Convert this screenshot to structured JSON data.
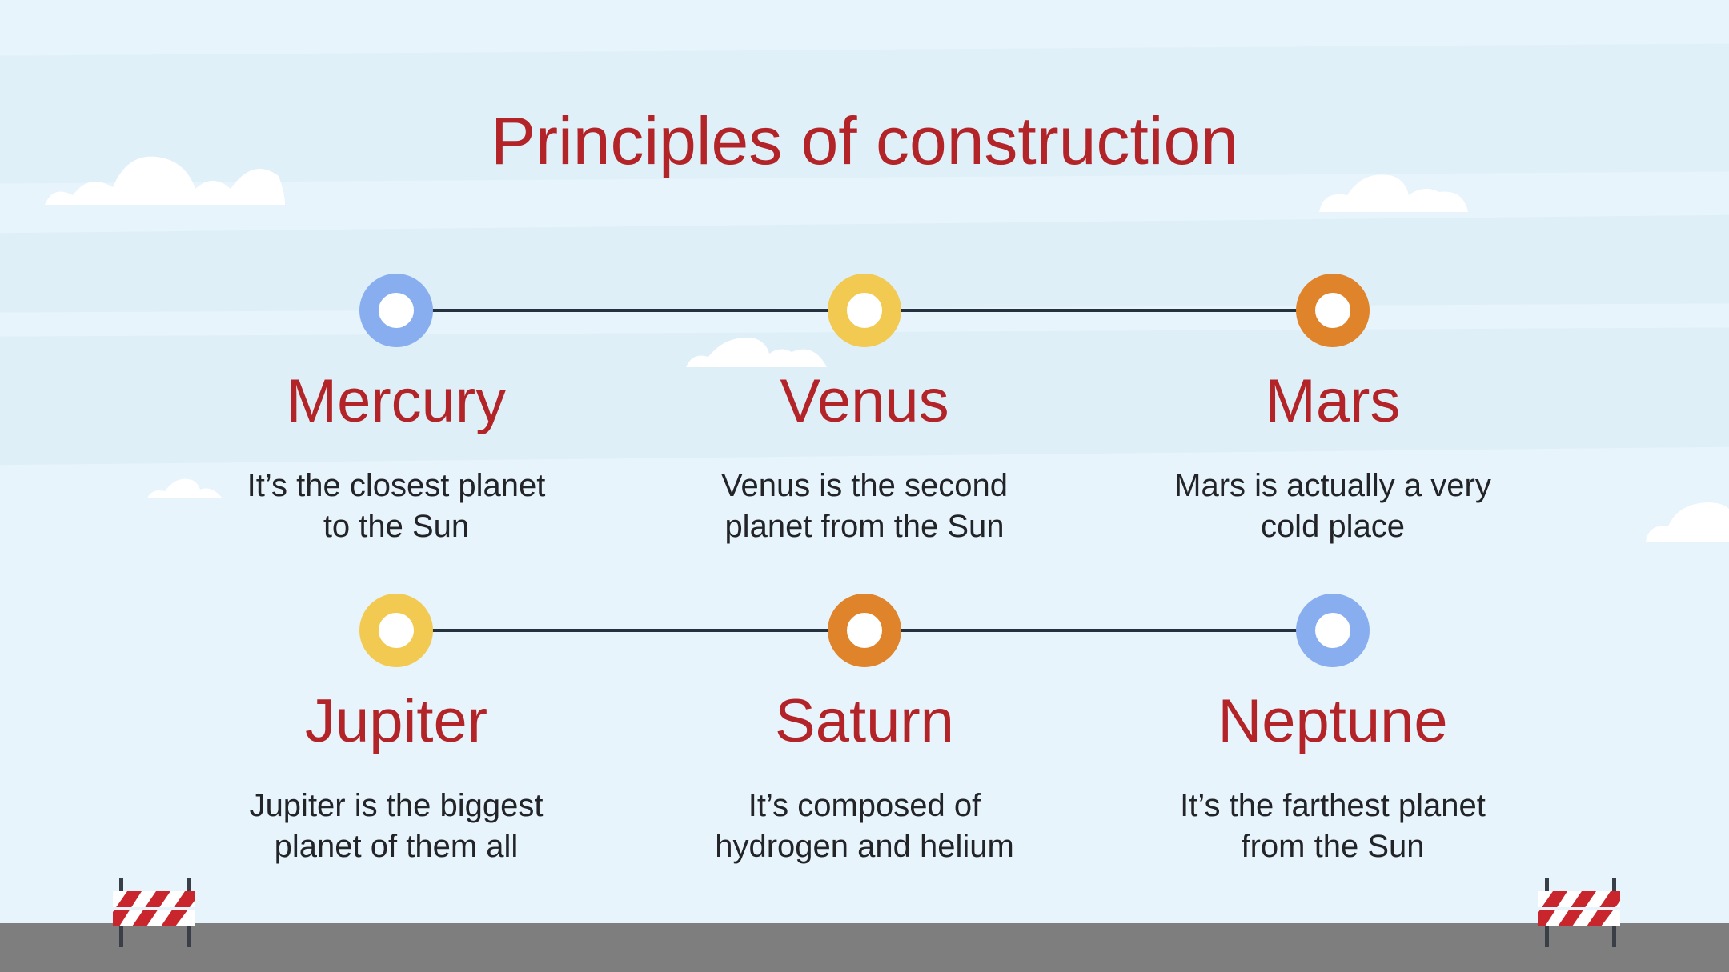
{
  "title": "Principles of construction",
  "colors": {
    "title": "#b32428",
    "text": "#222428",
    "line": "#263140",
    "blue": "#88aef0",
    "yellow": "#f2ca52",
    "orange": "#e0842c",
    "sky": "#e7f4fc",
    "road": "#7e7e7e"
  },
  "rows": [
    {
      "items": [
        {
          "name": "Mercury",
          "desc1": "It’s the closest planet",
          "desc2": "to the Sun",
          "ring": "blue"
        },
        {
          "name": "Venus",
          "desc1": "Venus is the second",
          "desc2": "planet from the Sun",
          "ring": "yellow"
        },
        {
          "name": "Mars",
          "desc1": "Mars is actually a very",
          "desc2": "cold place",
          "ring": "orange"
        }
      ]
    },
    {
      "items": [
        {
          "name": "Jupiter",
          "desc1": "Jupiter is the biggest",
          "desc2": "planet of them all",
          "ring": "yellow"
        },
        {
          "name": "Saturn",
          "desc1": "It’s composed of",
          "desc2": "hydrogen and helium",
          "ring": "orange"
        },
        {
          "name": "Neptune",
          "desc1": "It’s the farthest planet",
          "desc2": "from the Sun",
          "ring": "blue"
        }
      ]
    }
  ],
  "icons": {
    "cloud": "cloud-icon",
    "barrier": "road-barrier-icon"
  }
}
